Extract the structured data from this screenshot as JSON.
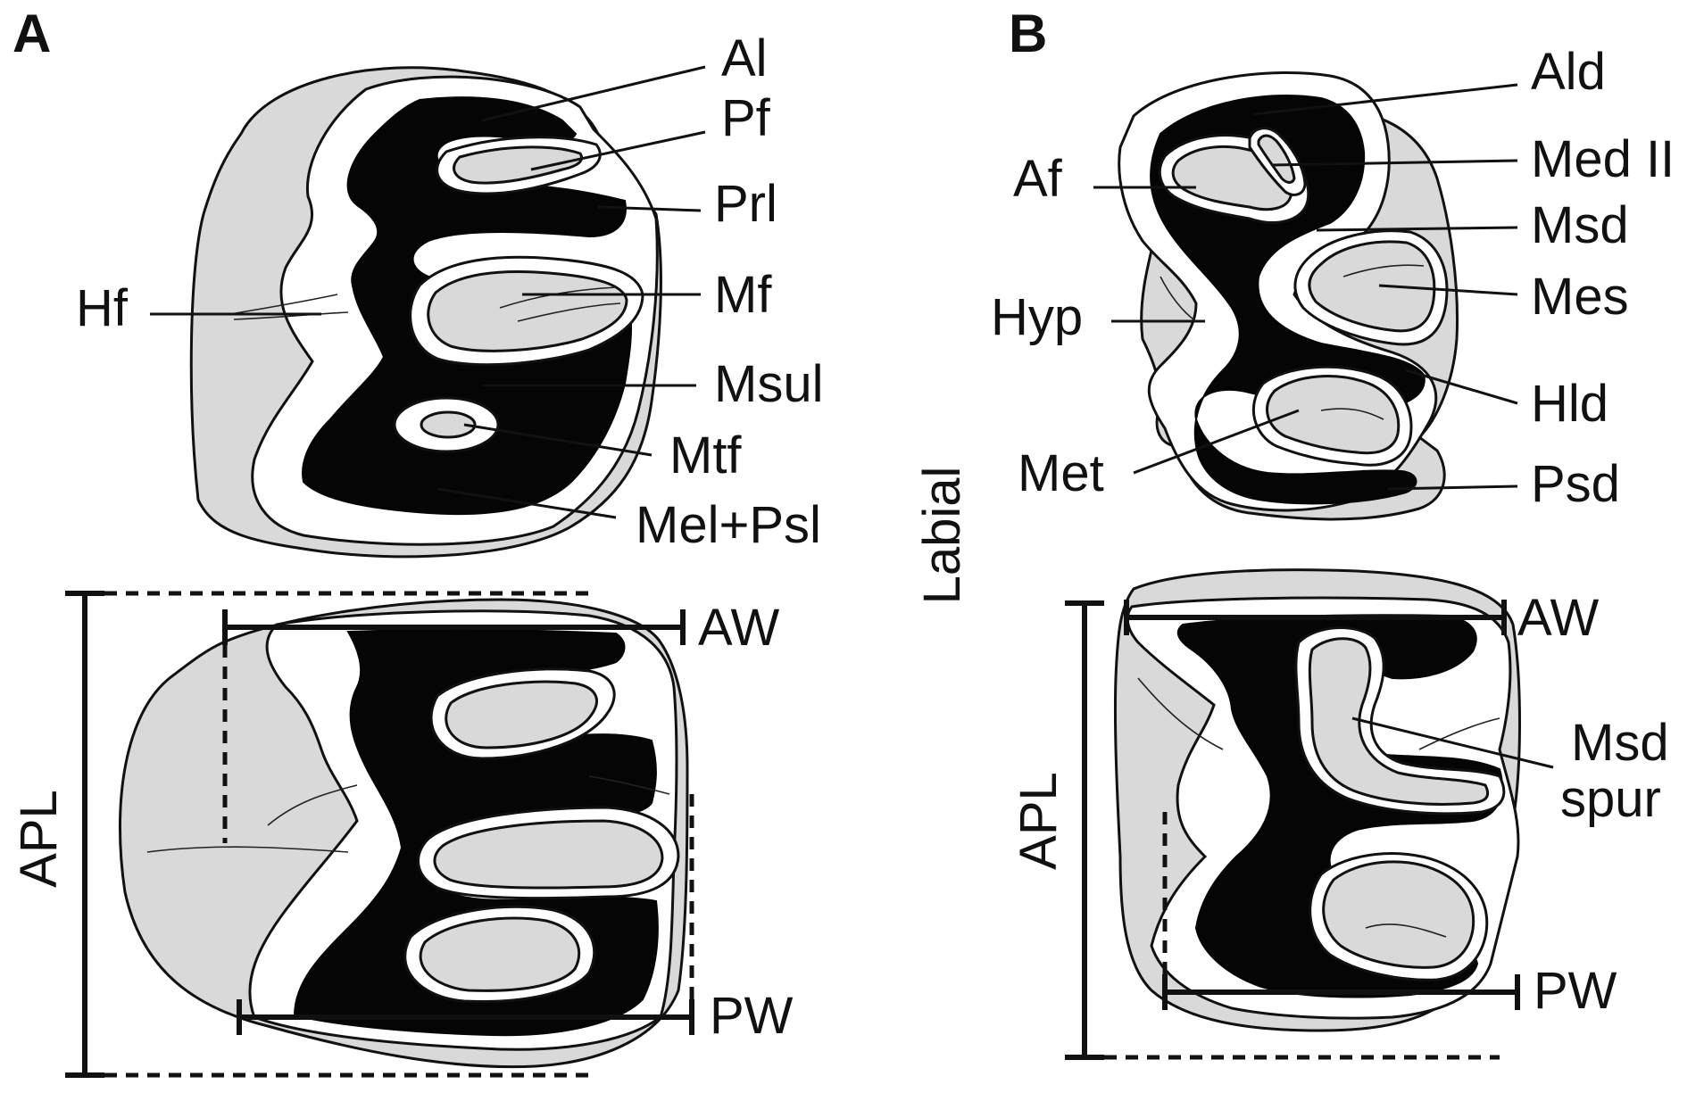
{
  "panels": {
    "a": {
      "letter": "A",
      "labels": {
        "al": "Al",
        "pf": "Pf",
        "prl": "Prl",
        "hf": "Hf",
        "mf": "Mf",
        "msul": "Msul",
        "mtf": "Mtf",
        "mel_psl": "Mel+Psl"
      },
      "measures": {
        "aw": "AW",
        "pw": "PW",
        "apl": "APL"
      }
    },
    "b": {
      "letter": "B",
      "labels": {
        "ald": "Ald",
        "med2": "Med II",
        "af": "Af",
        "msd": "Msd",
        "hyp": "Hyp",
        "mes": "Mes",
        "hld": "Hld",
        "met": "Met",
        "psd": "Psd",
        "msd_spur_1": "Msd",
        "msd_spur_2": "spur"
      },
      "measures": {
        "aw": "AW",
        "pw": "PW",
        "apl": "APL"
      }
    }
  },
  "orientation_label": "Labial",
  "colors": {
    "enamel": "#ffffff",
    "cement": "#d9d9d9",
    "dentine": "#050505",
    "outline": "#111111"
  }
}
